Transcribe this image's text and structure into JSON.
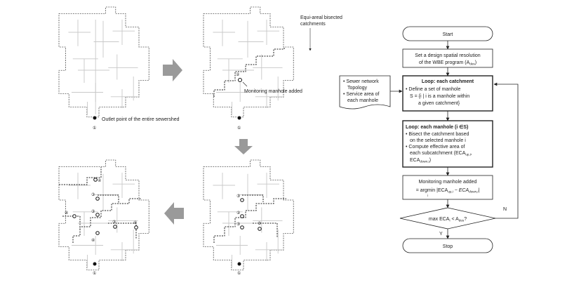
{
  "panels": {
    "top_right": {
      "callout": "Equi-areal bisected catchments",
      "callout_line1": "Equi-areal bisected",
      "callout_line2": "catchments",
      "monitor_label": "Monitoring manhole added"
    },
    "top_left": {
      "outlet_label": "Outlet point of the entire sewershed"
    }
  },
  "manhole_numbers": {
    "n1": "①",
    "n2": "②",
    "n3": "③",
    "n4": "④"
  },
  "flowchart": {
    "start": "Start",
    "step1_line1": "Set a design spatial resolution",
    "step1_line2_pre": "of the WBE program (A",
    "step1_sub": "des",
    "step1_line2_post": ")",
    "inputs_bullet1_line1": "Sewer network",
    "inputs_bullet1_line2": "Topology",
    "inputs_bullet2_line1": "Service area of",
    "inputs_bullet2_line2": "each manhole",
    "loop1_title": "Loop: each catchment",
    "loop1_b1_line1": "Define a set of manhole",
    "loop1_b1_line2": "S = {i | i is a manhole within",
    "loop1_b1_line3": "a given catchment}",
    "loop2_title": "Loop: each manhole (i ∈S)",
    "loop2_b1_line1": "Bisect the catchment based",
    "loop2_b1_line2": "on the selected manhole i",
    "loop2_b2_line1": "Compute effective area of",
    "loop2_b2_line2_pre": "each subcatchment (ECA",
    "loop2_b2_sub1": "up,i",
    "loop2_b2_line2_post": ",",
    "loop2_b2_line3_pre": "ECA",
    "loop2_b2_sub2": "down,i",
    "loop2_b2_line3_post": ")",
    "step3_line1": "Monitoring manhole added",
    "step3_formula": "= argmin |ECA",
    "step3_sub1": "up,i",
    "step3_mid": " − ECA",
    "step3_sub2": "down,i",
    "step3_end": "|",
    "step3_under": "i",
    "decision_pre": "max ECA",
    "decision_sub1": "i",
    "decision_mid": " < A",
    "decision_sub2": "des",
    "decision_post": "?",
    "yes": "Y",
    "no": "N",
    "stop": "Stop"
  },
  "colors": {
    "line": "#222222",
    "grid": "#c8c8c8",
    "arrow_fill": "#9a9a9a"
  }
}
